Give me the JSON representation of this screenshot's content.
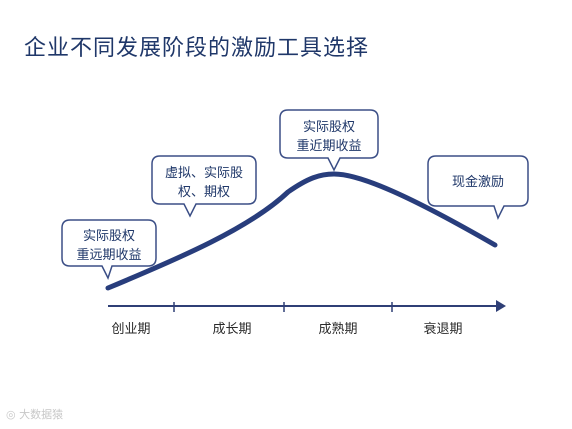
{
  "title": "企业不同发展阶段的激励工具选择",
  "stages": [
    "创业期",
    "成长期",
    "成熟期",
    "衰退期"
  ],
  "bubbles": [
    {
      "lines": [
        "实际股权",
        "重远期收益"
      ]
    },
    {
      "lines": [
        "虚拟、实际股",
        "权、期权"
      ]
    },
    {
      "lines": [
        "实际股权",
        "重近期收益"
      ]
    },
    {
      "lines": [
        "现金激励"
      ]
    }
  ],
  "watermark": "大数据猿",
  "colors": {
    "curve": "#283d7c",
    "text": "#1f3769",
    "axis": "#2f3f76"
  }
}
